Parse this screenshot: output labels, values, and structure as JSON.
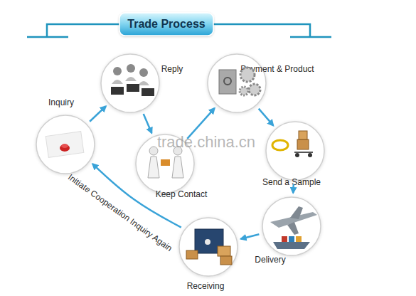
{
  "diagram": {
    "title": "Trade Process",
    "nodes": [
      {
        "text": [
          "Inquiry"
        ]
      },
      {
        "text": [
          "Reply"
        ]
      },
      {
        "text": [
          "Keep Contact"
        ]
      },
      {
        "text": [
          "Payment & Product"
        ]
      },
      {
        "text": [
          "Send a Sample"
        ]
      },
      {
        "text": [
          "Delivery"
        ]
      },
      {
        "text": [
          "Receiving"
        ]
      }
    ],
    "edges": [
      {
        "from": 0,
        "to": 1,
        "arrow": "to"
      },
      {
        "from": 1,
        "to": 2,
        "arrow": "to"
      },
      {
        "from": 2,
        "to": 3,
        "arrow": "to"
      },
      {
        "from": 3,
        "to": 4,
        "arrow": "to"
      },
      {
        "from": 4,
        "to": 5,
        "arrow": "to"
      },
      {
        "from": 5,
        "to": 6,
        "arrow": "to"
      },
      {
        "from": 6,
        "to": 0,
        "label": "Initiate Cooperation Inquiry Again",
        "arrow": "to"
      }
    ],
    "labels": [
      "trade.china.cn"
    ]
  }
}
